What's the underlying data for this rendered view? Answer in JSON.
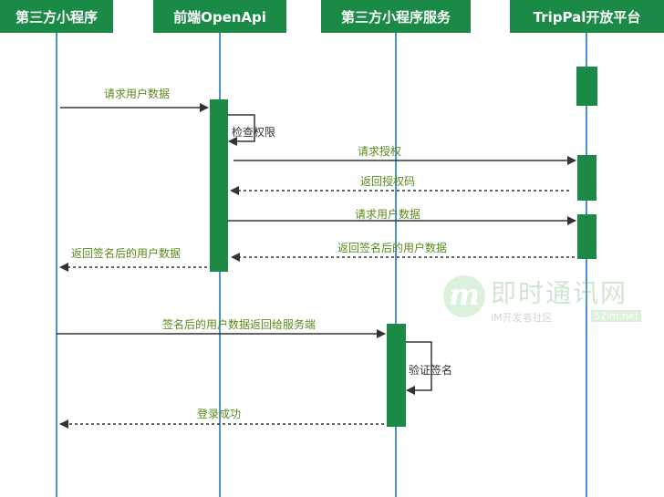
{
  "actors": [
    {
      "name": "第三方小程序"
    },
    {
      "name": "前端OpenApi"
    },
    {
      "name": "第三方小程序服务"
    },
    {
      "name": "TripPal开放平台"
    }
  ],
  "messages": [
    {
      "text": "请求用户数据",
      "style": "solid"
    },
    {
      "text": "检查权限",
      "style": "self"
    },
    {
      "text": "请求授权",
      "style": "solid"
    },
    {
      "text": "返回授权码",
      "style": "dashed"
    },
    {
      "text": "请求用户数据",
      "style": "solid"
    },
    {
      "text": "返回签名后的用户数据",
      "style": "dashed"
    },
    {
      "text": "返回签名后的用户数据",
      "style": "dashed"
    },
    {
      "text": "签名后的用户数据返回给服务端",
      "style": "solid"
    },
    {
      "text": "验证签名",
      "style": "self"
    },
    {
      "text": "登录成功",
      "style": "dashed"
    }
  ],
  "watermark": {
    "title": "即时通讯网",
    "subtitle": "IM开发者社区",
    "url": "52im.net"
  },
  "colors": {
    "actor_bg": "#1b8a46",
    "activation": "#1b8a46",
    "lifeline": "#4a90d9",
    "label": "#5a8a1c",
    "arrow": "#333333"
  }
}
